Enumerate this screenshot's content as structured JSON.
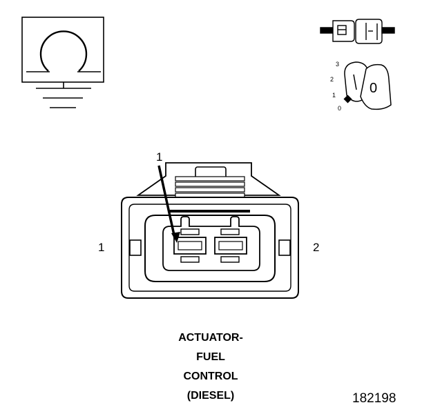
{
  "symbols": {
    "ohmmeter": {
      "icon": "ohm-ground-symbol"
    },
    "connector_view": {
      "icon": "connector-disconnected-icon"
    },
    "ignition_key": {
      "icon": "ignition-key-icon",
      "positions": [
        "3",
        "2",
        "1",
        "0"
      ],
      "key_label": "0"
    }
  },
  "connector": {
    "callout": "1",
    "left_pin_label": "1",
    "right_pin_label": "2"
  },
  "caption": {
    "line1": "ACTUATOR-",
    "line2": "FUEL",
    "line3": "CONTROL",
    "line4": "(DIESEL)"
  },
  "figure_number": "182198"
}
